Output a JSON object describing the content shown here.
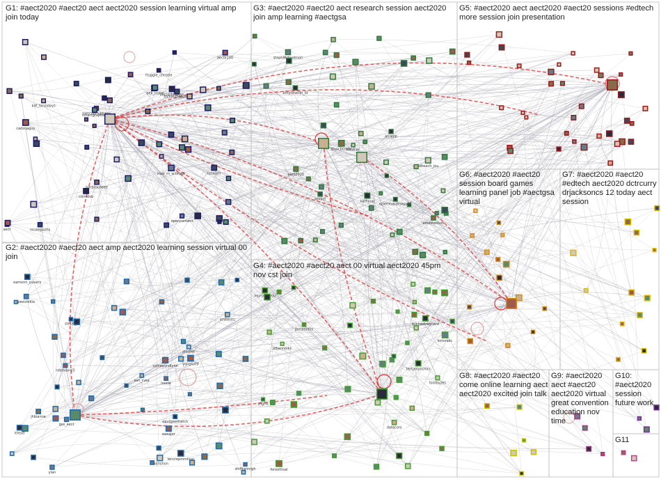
{
  "groups": [
    {
      "id": "G1",
      "label": "G1: #aect2020 #aect20 aect aect2020 session learning virtual amp join today",
      "color": "#1b1b6b"
    },
    {
      "id": "G2",
      "label": "G2: #aect2020 #aect20 aect amp aect2020 learning session virtual 00 join",
      "color": "#1f6bb0"
    },
    {
      "id": "G3",
      "label": "G3: #aect2020 #aect20 aect research session aect2020 join amp learning #aectgsa",
      "color": "#2f7a3a"
    },
    {
      "id": "G4",
      "label": "G4: #aect2020 #aect20 aect 00 virtual aect2020 45pm nov cst join",
      "color": "#3fa02a"
    },
    {
      "id": "G5",
      "label": "G5: #aect2020 aect aect2020 #aect20 sessions #edtech more session join presentation",
      "color": "#a01818"
    },
    {
      "id": "G6",
      "label": "G6: #aect2020 #aect20 session board games learning panel job #aectgsa virtual",
      "color": "#d98a10"
    },
    {
      "id": "G7",
      "label": "G7: #aect2020 #aect20 #edtech aect2020 dctrcurry drjacksoncs 12 today aect session",
      "color": "#e0b800"
    },
    {
      "id": "G8",
      "label": "G8: #aect2020 #aect20 come online learning aect aect2020 excited join talk",
      "color": "#c8c000"
    },
    {
      "id": "G9",
      "label": "G9: #aect2020 aect #aect20 aect2020 virtual great convention education nov time",
      "color": "#b03080"
    },
    {
      "id": "G10",
      "label": "G10: #aect2020 session future work",
      "color": "#7a2a9a"
    },
    {
      "id": "G11",
      "label": "G11",
      "color": "#c04090"
    }
  ],
  "node_labels": [
    "aect",
    "cornelsb",
    "mas_m_schmidt",
    "barbtocheee",
    "mercuerhildreas",
    "kdf_fansidays",
    "opencontent",
    "aectk100",
    "smartgraphics",
    "lucallen",
    "ttchsnpiodoilid",
    "cadzuaguy",
    "rtuggle_christie",
    "nicolepazhs",
    "bell_inshe",
    "aectdrbhaiten",
    "cedrishon",
    "ylan",
    "steph_l",
    "kteyd",
    "eputgeerhatch",
    "jhbianne",
    "shifitannrgh",
    "yonglu09",
    "gss_aect",
    "scvtlestc",
    "lrasse",
    "asn_rvsa",
    "jessifer",
    "sstheavndlynn",
    "lencrepmmllsai",
    "pazurekla",
    "eamonn_puvery",
    "robmoore3",
    "eaeajor",
    "aect2020",
    "steph9trbisdmon",
    "kaufcer",
    "kathyuu",
    "stuscbcraiar",
    "ozlemharaksays07",
    "amyionellin_ld",
    "edteach_jeu",
    "anrimb",
    "amsetosium",
    "soldict",
    "dateconi",
    "alighd",
    "jbotatinnis",
    "footbyzes",
    "tertpolynchirs",
    "michaelragnard",
    "foroothsal",
    "kotorakc",
    "jdbannoiks",
    "murssuriyou"
  ]
}
